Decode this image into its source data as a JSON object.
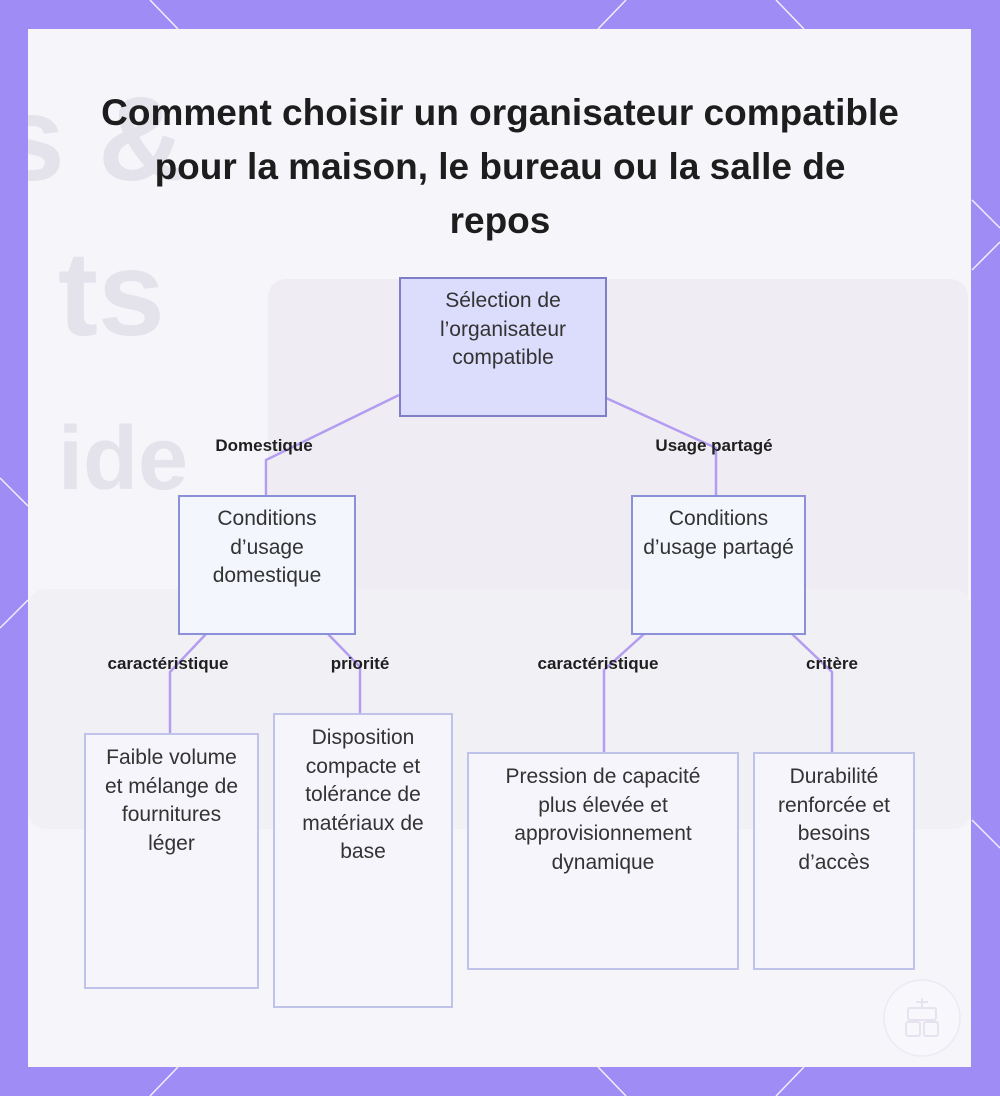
{
  "title": "Comment choisir un organisateur compatible pour la maison, le bureau ou la salle de repos",
  "colors": {
    "frame": "#a08cf5",
    "card": "#f6f5fa",
    "root_fill": "#dcdcfc",
    "root_border": "#7d7fc9",
    "node_border": "#8b90d8",
    "leaf_border": "#bfc3ea",
    "edge": "#b49df0"
  },
  "nodes": {
    "root": "Sélection de l’organisateur compatible",
    "domestic": "Conditions d’usage domestique",
    "shared": "Conditions d’usage partagé",
    "leaf_low_volume": "Faible volume et mélange de fournitures léger",
    "leaf_compact": "Disposition compacte et tolérance de matériaux de base",
    "leaf_capacity": "Pression de capacité plus élevée et approvisionnement dynamique",
    "leaf_durability": "Durabilité renforcée et besoins d’accès"
  },
  "edge_labels": {
    "domestique": "Domestique",
    "usage_partage": "Usage partagé",
    "caracteristique_left": "caractéristique",
    "priorite": "priorité",
    "caracteristique_right": "caractéristique",
    "critere": "critère"
  },
  "background_text": {
    "amp": "s &",
    "ts": "ts",
    "ide": "ide"
  }
}
